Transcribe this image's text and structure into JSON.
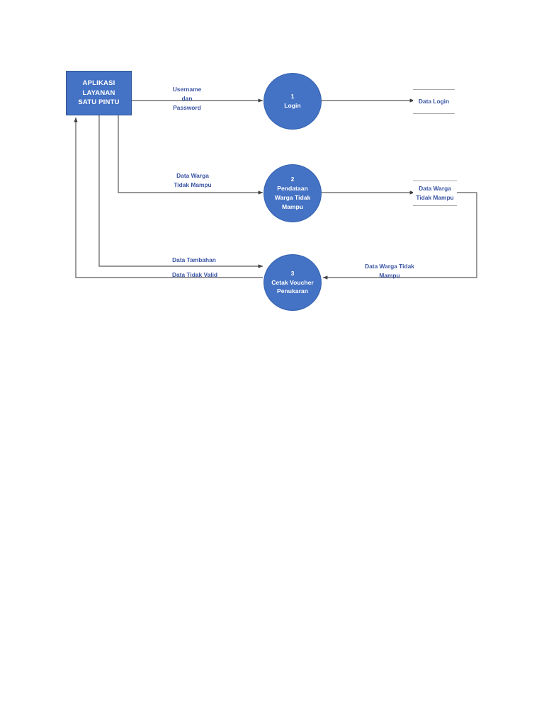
{
  "diagram": {
    "title": "Data Flow Diagram - Aplikasi Layanan Satu Pintu",
    "type": "data-flow-diagram",
    "colors": {
      "shape_fill": "#4472C4",
      "shape_border": "#2F528F",
      "label_text": "#3B55A4",
      "connector": "#595959",
      "datastore_line": "#A6A6A6",
      "background": "#FFFFFF"
    },
    "external_entity": {
      "name": "aplikasi-layanan-satu-pintu",
      "lines": [
        "APLIKASI",
        "LAYANAN",
        "SATU PINTU"
      ]
    },
    "processes": [
      {
        "number": "1",
        "name_lines": [
          "Login"
        ]
      },
      {
        "number": "2",
        "name_lines": [
          "Pendataan",
          "Warga Tidak",
          "Mampu"
        ]
      },
      {
        "number": "3",
        "name_lines": [
          "Cetak Voucher",
          "Penukaran"
        ]
      }
    ],
    "datastores": [
      {
        "id": "data-login",
        "lines": [
          "Data Login"
        ]
      },
      {
        "id": "data-warga-tidak-mampu",
        "lines": [
          "Data Warga",
          "Tidak Mampu"
        ]
      }
    ],
    "flows": [
      {
        "id": "username-dan-password",
        "lines": [
          "Username",
          "dan",
          "Password"
        ],
        "from": "aplikasi-layanan-satu-pintu",
        "to": "process-1"
      },
      {
        "id": "data-warga-tidak-mampu-in",
        "lines": [
          "Data Warga",
          "Tidak Mampu"
        ],
        "from": "aplikasi-layanan-satu-pintu",
        "to": "process-2"
      },
      {
        "id": "data-tambahan",
        "lines": [
          "Data Tambahan"
        ],
        "from": "aplikasi-layanan-satu-pintu",
        "to": "process-3"
      },
      {
        "id": "data-tidak-valid",
        "lines": [
          "Data Tidak Valid"
        ],
        "from": "process-3",
        "to": "aplikasi-layanan-satu-pintu"
      },
      {
        "id": "data-warga-tidak-mampu-feedback",
        "lines": [
          "Data Warga Tidak",
          "Mampu"
        ],
        "from": "data-warga-tidak-mampu",
        "to": "process-3"
      }
    ]
  }
}
